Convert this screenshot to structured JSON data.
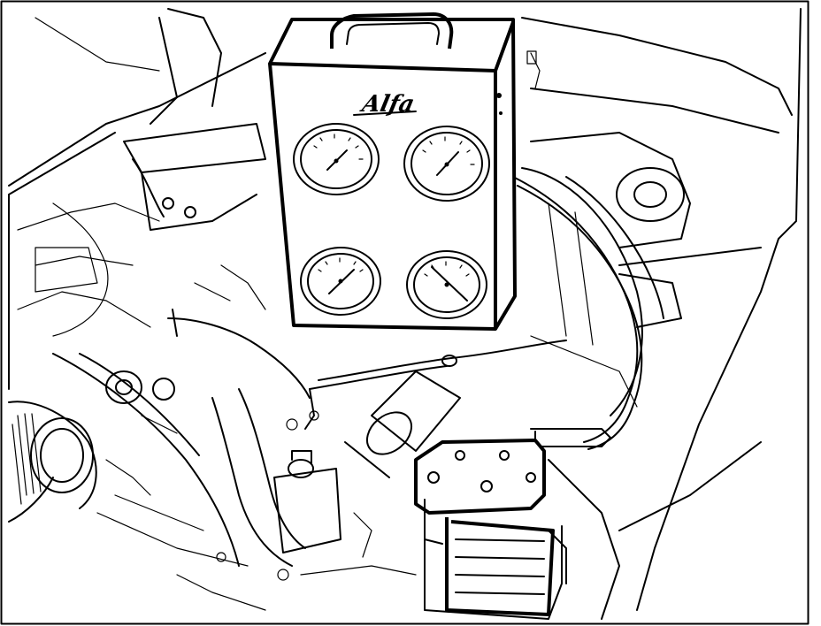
{
  "figure": {
    "logo_text": "Alfa",
    "gauge_count": 4,
    "colors": {
      "ink": "#000000",
      "paper": "#ffffff"
    },
    "subject": "test-gauge-case-on-engine-bay"
  }
}
